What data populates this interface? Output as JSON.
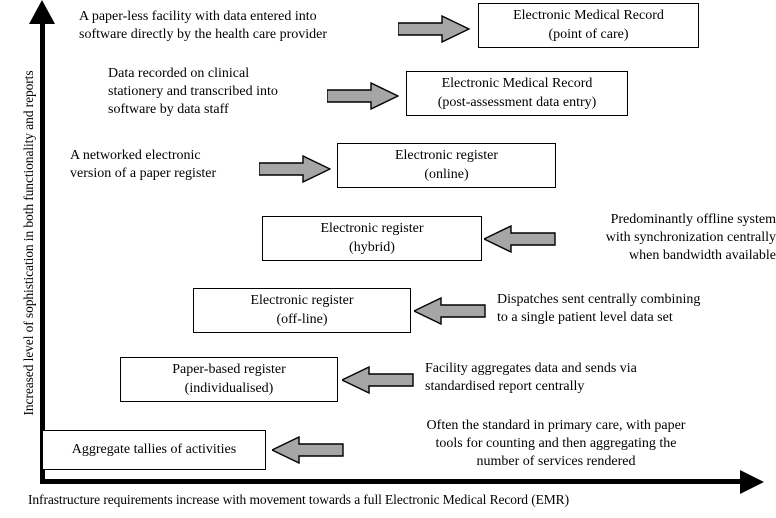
{
  "axes": {
    "y_label": "Increased level of sophistication in both functionality and reports",
    "x_label": "Infrastructure requirements increase with movement towards a full Electronic Medical Record (EMR)"
  },
  "colors": {
    "arrow_fill": "#a6a6a6",
    "arrow_stroke": "#000000",
    "box_border": "#000000",
    "background": "#ffffff"
  },
  "levels": [
    {
      "id": "emr-point-of-care",
      "box": [
        "Electronic Medical Record",
        "(point of care)"
      ],
      "caption": [
        "A paper-less facility with data entered into",
        "software directly by the health care provider"
      ],
      "arrow_direction": "right"
    },
    {
      "id": "emr-post-assessment",
      "box": [
        "Electronic Medical Record",
        "(post-assessment data entry)"
      ],
      "caption": [
        "Data recorded on clinical",
        "stationery and transcribed into",
        "software by data staff"
      ],
      "arrow_direction": "right"
    },
    {
      "id": "electronic-register-online",
      "box": [
        "Electronic register",
        "(online)"
      ],
      "caption": [
        "A networked electronic",
        "version of a paper register"
      ],
      "arrow_direction": "right"
    },
    {
      "id": "electronic-register-hybrid",
      "box": [
        "Electronic register",
        "(hybrid)"
      ],
      "caption": [
        "Predominantly offline system",
        "with synchronization centrally",
        "when bandwidth available"
      ],
      "arrow_direction": "left"
    },
    {
      "id": "electronic-register-offline",
      "box": [
        "Electronic register",
        "(off-line)"
      ],
      "caption": [
        "Dispatches sent centrally combining",
        "to a single patient level data set"
      ],
      "arrow_direction": "left"
    },
    {
      "id": "paper-based-register",
      "box": [
        "Paper-based register",
        "(individualised)"
      ],
      "caption": [
        "Facility aggregates data and sends via",
        "standardised report centrally"
      ],
      "arrow_direction": "left"
    },
    {
      "id": "aggregate-tallies",
      "box": [
        "Aggregate tallies of activities"
      ],
      "caption": [
        "Often the standard in primary care, with paper",
        "tools for counting and then aggregating the",
        "number of services rendered"
      ],
      "arrow_direction": "left"
    }
  ]
}
